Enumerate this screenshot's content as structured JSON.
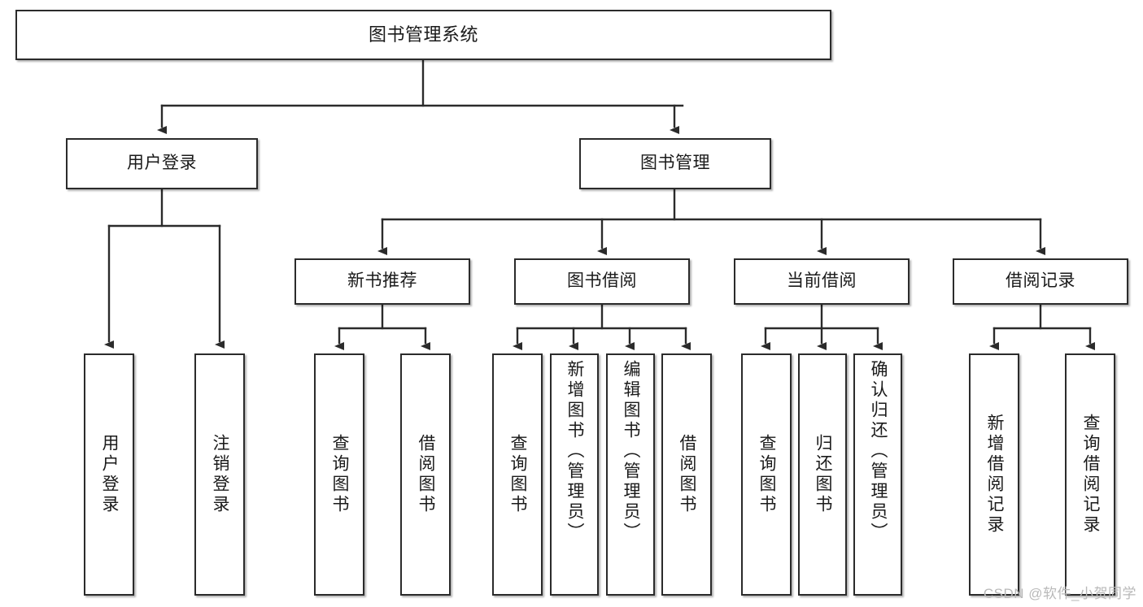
{
  "diagram": {
    "title": "图书管理系统",
    "watermark": "CSDN @软件_小贺同学",
    "line_color": "#2b2b2b",
    "box_fill": "#ffffff",
    "text_color": "#1a1a1a",
    "watermark_color": "#b9b9b9"
  },
  "nodes": {
    "root": {
      "label": "图书管理系统"
    },
    "level1": [
      {
        "label": "用户登录"
      },
      {
        "label": "图书管理"
      }
    ],
    "level2": [
      {
        "label": "新书推荐"
      },
      {
        "label": "图书借阅"
      },
      {
        "label": "当前借阅"
      },
      {
        "label": "借阅记录"
      }
    ],
    "leaves": {
      "user_login": [
        {
          "label": "用户登录"
        },
        {
          "label": "注销登录"
        }
      ],
      "new_book": [
        {
          "label": "查询图书"
        },
        {
          "label": "借阅图书"
        }
      ],
      "borrow_book": [
        {
          "label": "查询图书"
        },
        {
          "label": "新增图书（管理员）"
        },
        {
          "label": "编辑图书（管理员）"
        },
        {
          "label": "借阅图书"
        }
      ],
      "current_borrow": [
        {
          "label": "查询图书"
        },
        {
          "label": "归还图书"
        },
        {
          "label": "确认归还（管理员）"
        }
      ],
      "borrow_record": [
        {
          "label": "新增借阅记录"
        },
        {
          "label": "查询借阅记录"
        }
      ]
    }
  }
}
